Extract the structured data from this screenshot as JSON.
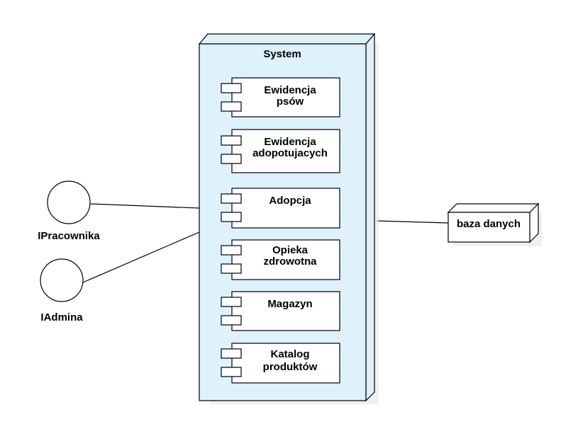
{
  "colors": {
    "node_fill": "#dff1fb",
    "stroke": "#000000",
    "shadow": "#d8d8d8",
    "box_fill": "#ffffff"
  },
  "system": {
    "title": "System"
  },
  "components": [
    {
      "line1": "Ewidencja",
      "line2": "psów"
    },
    {
      "line1": "Ewidencja",
      "line2": "adopotujacych"
    },
    {
      "line1": "Adopcja",
      "line2": ""
    },
    {
      "line1": "Opieka",
      "line2": "zdrowotna"
    },
    {
      "line1": "Magazyn",
      "line2": ""
    },
    {
      "line1": "Katalog",
      "line2": "produktów"
    }
  ],
  "interfaces": [
    {
      "name": "IPracownika"
    },
    {
      "name": "IAdmina"
    }
  ],
  "database": {
    "label": "baza danych"
  }
}
